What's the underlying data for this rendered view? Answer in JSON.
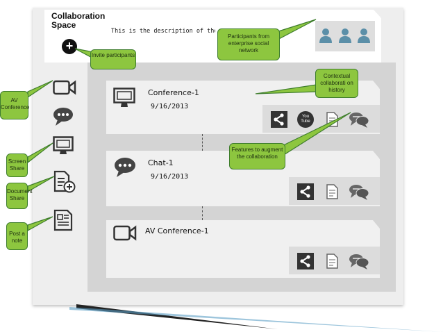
{
  "workspace": {
    "title": "Collaboration Space",
    "description": "This is the description of the workspace. This workspace is about a product idea"
  },
  "cards": [
    {
      "title": "Conference-1",
      "date": "9/16/2013",
      "icon": "monitor-icon",
      "features": [
        "share-icon",
        "youtube-icon",
        "document-icon",
        "chat-icon"
      ]
    },
    {
      "title": "Chat-1",
      "date": "9/16/2013",
      "icon": "chat-icon",
      "features": [
        "share-icon",
        "document-icon",
        "chat-icon"
      ]
    },
    {
      "title": "AV Conference-1",
      "date": "",
      "icon": "video-camera-icon",
      "features": [
        "share-icon",
        "document-icon",
        "chat-icon"
      ]
    }
  ],
  "callouts": {
    "invite": "Invite participants",
    "participants": "Participants from enterprise social network",
    "contextual": "Contextual collaborati on history",
    "features": "Features to augment the collaboration",
    "av": "AV Conference",
    "screen": "Screen Share",
    "document": "Document Share",
    "note": "Post a note"
  },
  "side_icons": [
    "video-camera-icon",
    "chat-icon",
    "monitor-icon",
    "document-add-icon",
    "note-icon"
  ],
  "icon_labels": {
    "youtube": "You Tube"
  },
  "colors": {
    "callout": "#8dc63f",
    "callout_border": "#3e7d2d",
    "person": "#5b8fa8",
    "icon_dark": "#333333"
  }
}
